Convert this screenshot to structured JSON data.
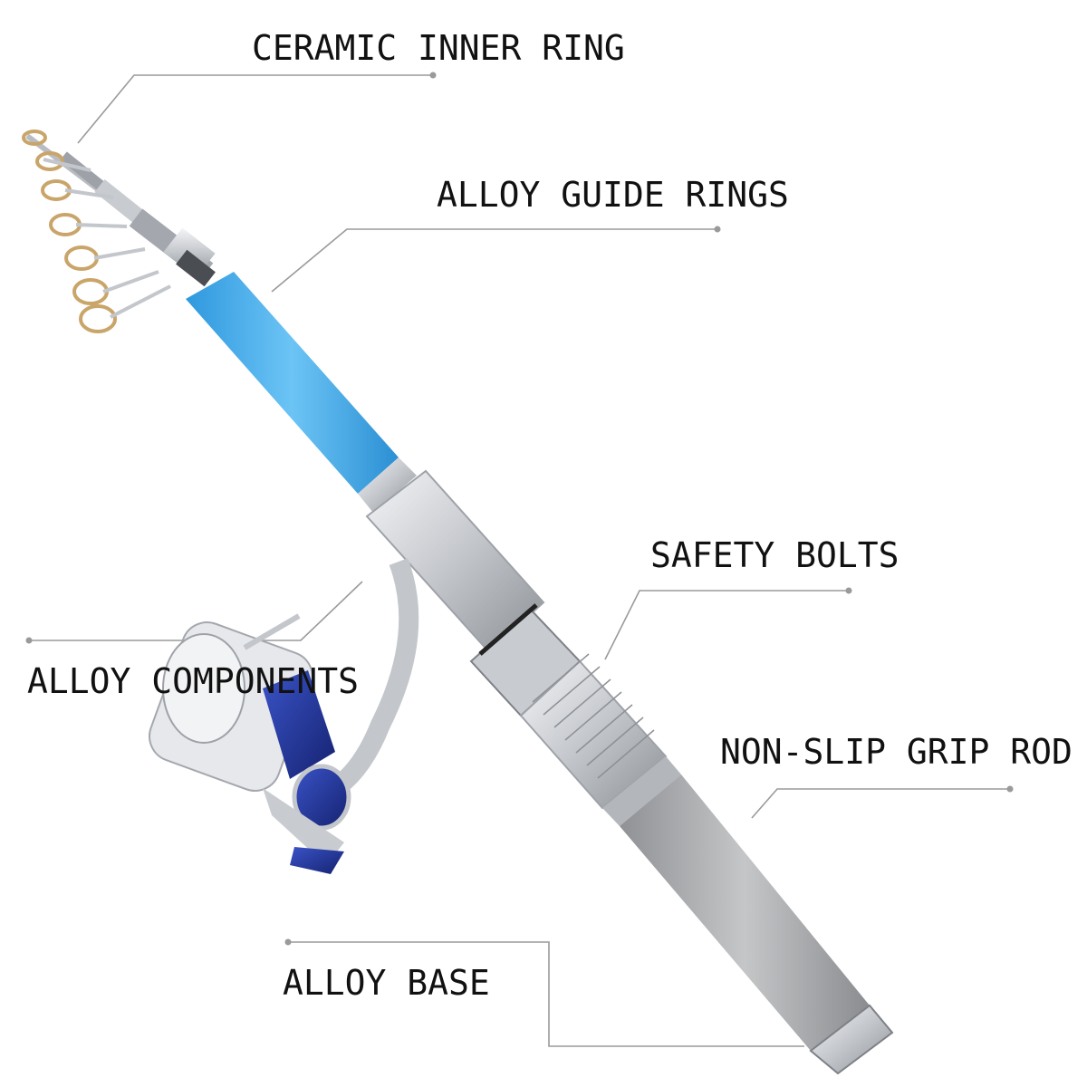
{
  "labels": {
    "ceramic_inner_ring": "CERAMIC INNER RING",
    "alloy_guide_rings": "ALLOY GUIDE RINGS",
    "safety_bolts": "SAFETY BOLTS",
    "alloy_components": "ALLOY COMPONENTS",
    "non_slip_grip_rod": "NON-SLIP GRIP ROD",
    "alloy_base": "ALLOY BASE"
  },
  "colors": {
    "rod_blue": "#3aa8e8",
    "silver": "#c9ccd1",
    "grip_gray": "#a7a9ab",
    "reel_navy": "#1d2f8a",
    "leader_line": "#9a9a9a"
  }
}
